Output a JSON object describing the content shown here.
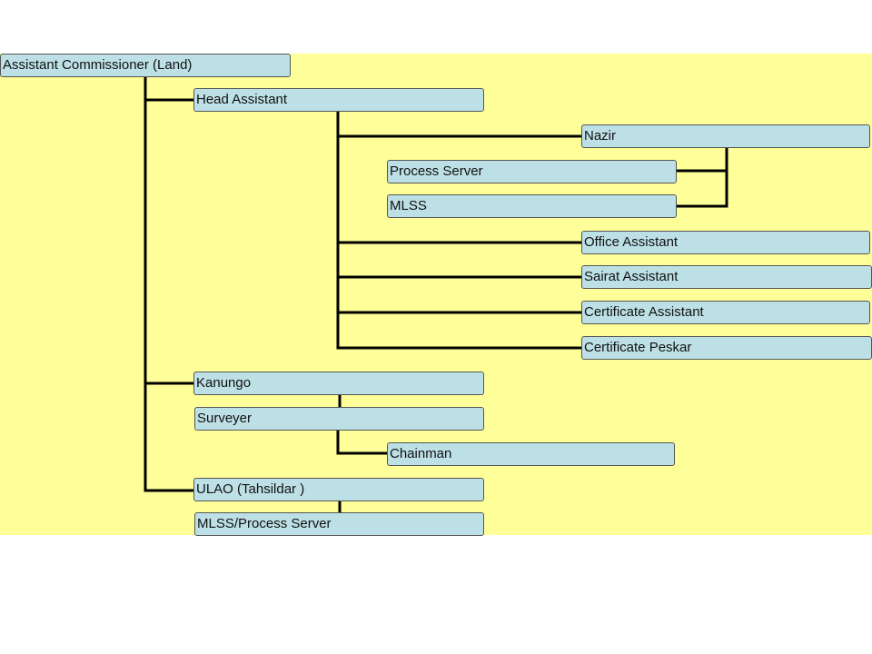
{
  "colors": {
    "background": "#ffff99",
    "node_fill": "#bde0e6",
    "node_border": "#555555",
    "connector": "#000000"
  },
  "chart": {
    "nodes": {
      "assistant_commissioner": "Assistant Commissioner (Land)",
      "head_assistant": "Head Assistant",
      "nazir": "Nazir",
      "process_server": "Process Server",
      "mlss": "MLSS",
      "office_assistant": "Office Assistant",
      "sairat_assistant": "Sairat Assistant",
      "certificate_assistant": "Certificate Assistant",
      "certificate_peskar": "Certificate Peskar",
      "kanungo": "Kanungo",
      "surveyer": "Surveyer",
      "chainman": "Chainman",
      "ulao": "ULAO (Tahsildar )",
      "mlss_process_server": "MLSS/Process Server"
    },
    "edges": [
      [
        "assistant_commissioner",
        "head_assistant"
      ],
      [
        "assistant_commissioner",
        "kanungo"
      ],
      [
        "assistant_commissioner",
        "ulao"
      ],
      [
        "head_assistant",
        "nazir"
      ],
      [
        "head_assistant",
        "office_assistant"
      ],
      [
        "head_assistant",
        "sairat_assistant"
      ],
      [
        "head_assistant",
        "certificate_assistant"
      ],
      [
        "head_assistant",
        "certificate_peskar"
      ],
      [
        "nazir",
        "process_server"
      ],
      [
        "nazir",
        "mlss"
      ],
      [
        "kanungo",
        "surveyer"
      ],
      [
        "surveyer",
        "chainman"
      ],
      [
        "ulao",
        "mlss_process_server"
      ]
    ]
  }
}
